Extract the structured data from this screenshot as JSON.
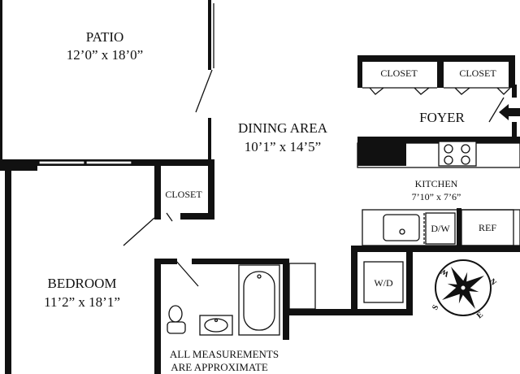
{
  "rooms": {
    "patio": {
      "name": "PATIO",
      "dims": "12’0” x 18’0”"
    },
    "dining": {
      "name": "DINING AREA",
      "dims": "10’1” x 14’5”"
    },
    "foyer": {
      "name": "FOYER"
    },
    "closet_foyer_1": {
      "name": "CLOSET"
    },
    "closet_foyer_2": {
      "name": "CLOSET"
    },
    "closet_bed": {
      "name": "CLOSET"
    },
    "kitchen": {
      "name": "KITCHEN",
      "dims": "7’10” x 7’6”"
    },
    "bedroom": {
      "name": "BEDROOM",
      "dims": "11’2” x 18’1”"
    }
  },
  "appliances": {
    "dishwasher": "D/W",
    "refrigerator": "REF",
    "washer_dryer": "W/D"
  },
  "compass": {
    "n": "N",
    "s": "S",
    "e": "E",
    "w": "W"
  },
  "note": {
    "line1": "ALL MEASUREMENTS",
    "line2": "ARE APPROXIMATE"
  }
}
